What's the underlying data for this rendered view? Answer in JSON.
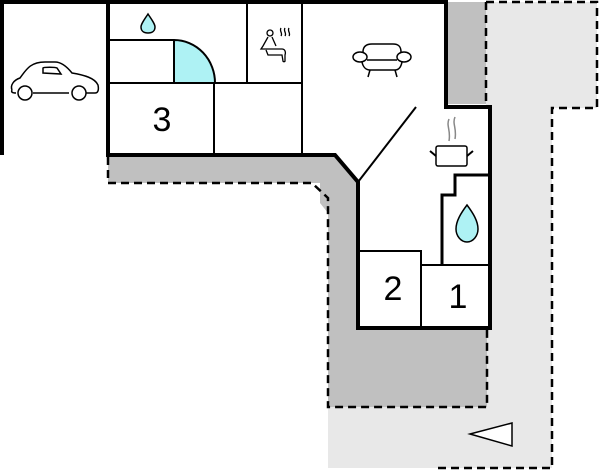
{
  "diagram": {
    "type": "floor-plan",
    "colors": {
      "wall": "#000000",
      "terrace_dark": "#c0c0c0",
      "terrace_light": "#e8e8e8",
      "water_fill": "#aef2f4",
      "background": "#ffffff"
    },
    "rooms": [
      {
        "id": "bedroom-3",
        "label": "3"
      },
      {
        "id": "bedroom-2",
        "label": "2"
      },
      {
        "id": "bedroom-1",
        "label": "1"
      }
    ],
    "icons": [
      "car-icon",
      "water-drop-icon",
      "shower-quarter-circle-icon",
      "sauna-icon",
      "sofa-icon",
      "kitchen-pot-icon",
      "water-drop-icon",
      "entrance-arrow-icon"
    ]
  }
}
